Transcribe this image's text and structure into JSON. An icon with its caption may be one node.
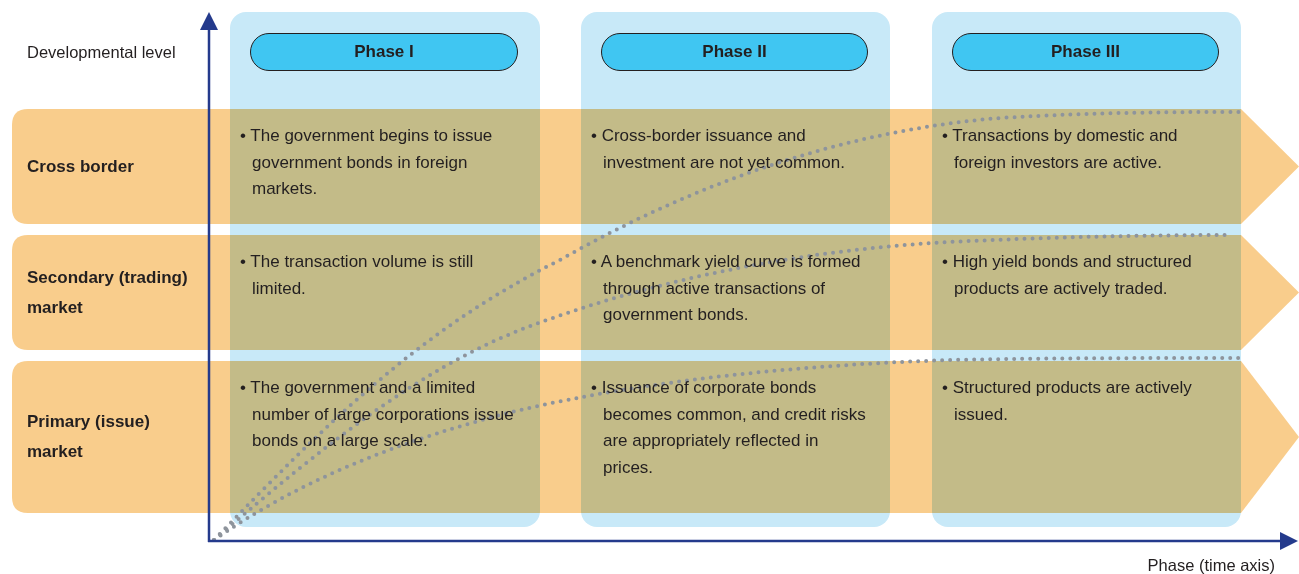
{
  "diagram": {
    "nodes": [
      {
        "text": [],
        "shape": "box"
      },
      {
        "text": [
          "Phase I"
        ],
        "in": 0
      },
      {
        "text": [],
        "shape": "box"
      },
      {
        "text": [
          "Phase II"
        ],
        "in": 2
      },
      {
        "text": [],
        "shape": "box"
      },
      {
        "text": [
          "Phase III"
        ],
        "in": 4
      },
      {
        "text": [
          "Cross border"
        ]
      },
      {
        "text": [
          "Secondary (trading) market"
        ]
      },
      {
        "text": [
          "Primary (issue) market"
        ]
      },
      {
        "text": [
          "• The government begins to issue government bonds in foreign markets."
        ]
      },
      {
        "text": [
          "• Cross-border issuance and investment are not yet common."
        ]
      },
      {
        "text": [
          "• Transactions by domestic and foreign investors are active."
        ]
      },
      {
        "text": [
          "• The transaction volume is still limited."
        ]
      },
      {
        "text": [
          "• A benchmark yield curve is formed through active transactions of government bonds."
        ]
      },
      {
        "text": [
          "• High yield bonds and structured products are actively traded."
        ]
      },
      {
        "text": [
          "• The government and a limited number of large corporations issue bonds on a large scale."
        ]
      },
      {
        "text": [
          "• Issuance of corporate bonds becomes common, and credit risks are appropriately reflected in prices."
        ]
      },
      {
        "text": [
          "• Structured products are actively issued."
        ]
      }
    ],
    "labels": [
      "Developmental level",
      "Phase (time axis)"
    ]
  }
}
